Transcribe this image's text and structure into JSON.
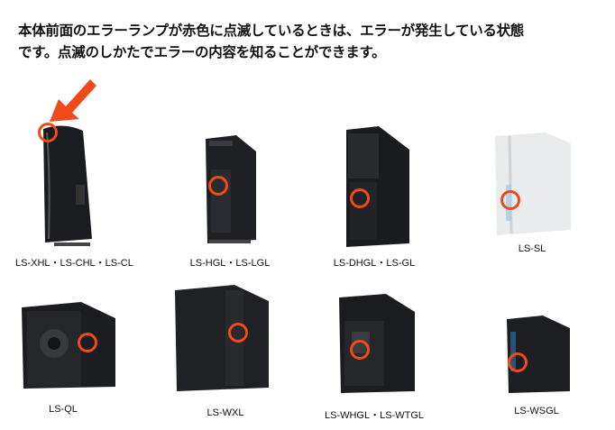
{
  "intro": {
    "line1": "本体前面のエラーランプが赤色に点滅しているときは、エラーが発生している状態",
    "line2": "です。点滅のしかたでエラーの内容を知ることができます。"
  },
  "colors": {
    "indicator_ring": "#f04a1a",
    "device_dark": "#1b1c1f",
    "device_white": "#e9ebec"
  },
  "models": {
    "row1": [
      {
        "label": "LS-XHL・LS-CHL・LS-CL"
      },
      {
        "label": "LS-HGL・LS-LGL"
      },
      {
        "label": "LS-DHGL・LS-GL"
      },
      {
        "label": "LS-SL"
      }
    ],
    "row2": [
      {
        "label": "LS-QL"
      },
      {
        "label": "LS-WXL"
      },
      {
        "label": "LS-WHGL・LS-WTGL"
      },
      {
        "label": "LS-WSGL"
      }
    ]
  }
}
